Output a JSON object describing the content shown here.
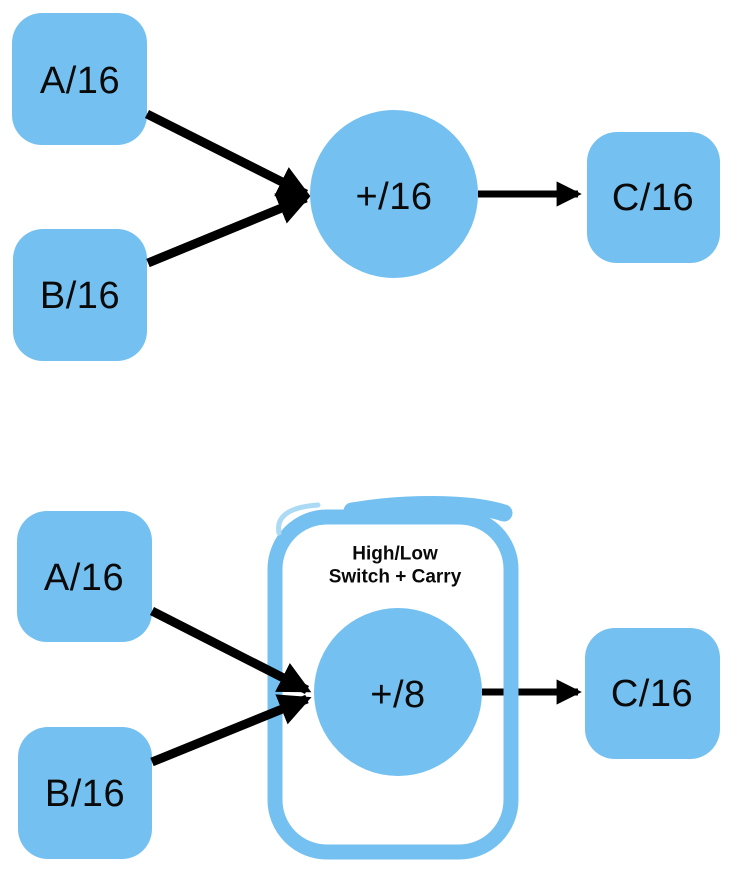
{
  "colors": {
    "node_fill": "#74C0F0",
    "container_stroke": "#74C0F0",
    "container_stroke_light": "#ABDAF5",
    "arrow": "#000000",
    "text": "#0A0A0A"
  },
  "top_diagram": {
    "input_a": "A/16",
    "input_b": "B/16",
    "operator": "+/16",
    "output": "C/16"
  },
  "bottom_diagram": {
    "input_a": "A/16",
    "input_b": "B/16",
    "operator": "+/8",
    "output": "C/16",
    "container_label_line1": "High/Low",
    "container_label_line2": "Switch + Carry"
  }
}
